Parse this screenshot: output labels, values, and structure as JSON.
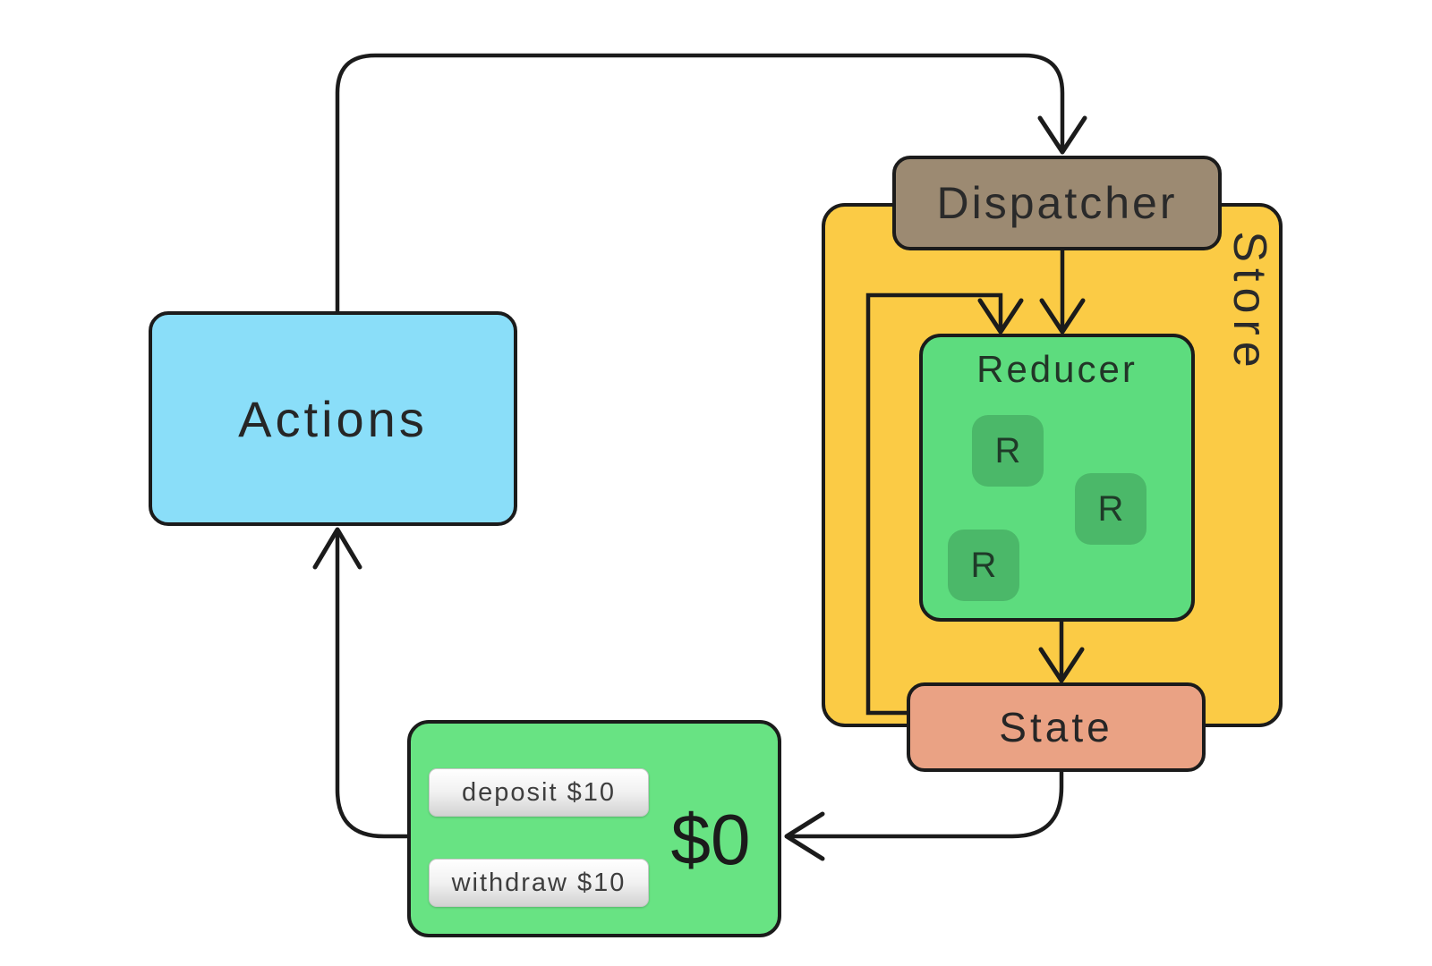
{
  "nodes": {
    "actions": {
      "label": "Actions"
    },
    "dispatcher": {
      "label": "Dispatcher"
    },
    "store": {
      "label": "Store"
    },
    "reducer": {
      "label": "Reducer",
      "badges": [
        "R",
        "R",
        "R"
      ]
    },
    "state": {
      "label": "State"
    },
    "view": {
      "balance": "$0",
      "buttons": [
        {
          "label": "deposit $10"
        },
        {
          "label": "withdraw $10"
        }
      ]
    }
  },
  "colors": {
    "actions_fill": "#8ADEF9",
    "store_fill": "#FBCB45",
    "dispatcher_fill": "#9C8A72",
    "reducer_fill": "#5DDC7E",
    "reducer_badge_fill": "#4BB869",
    "state_fill": "#EAA284",
    "view_fill": "#68E383",
    "line": "#1b1b1b",
    "background": "#ffffff"
  }
}
